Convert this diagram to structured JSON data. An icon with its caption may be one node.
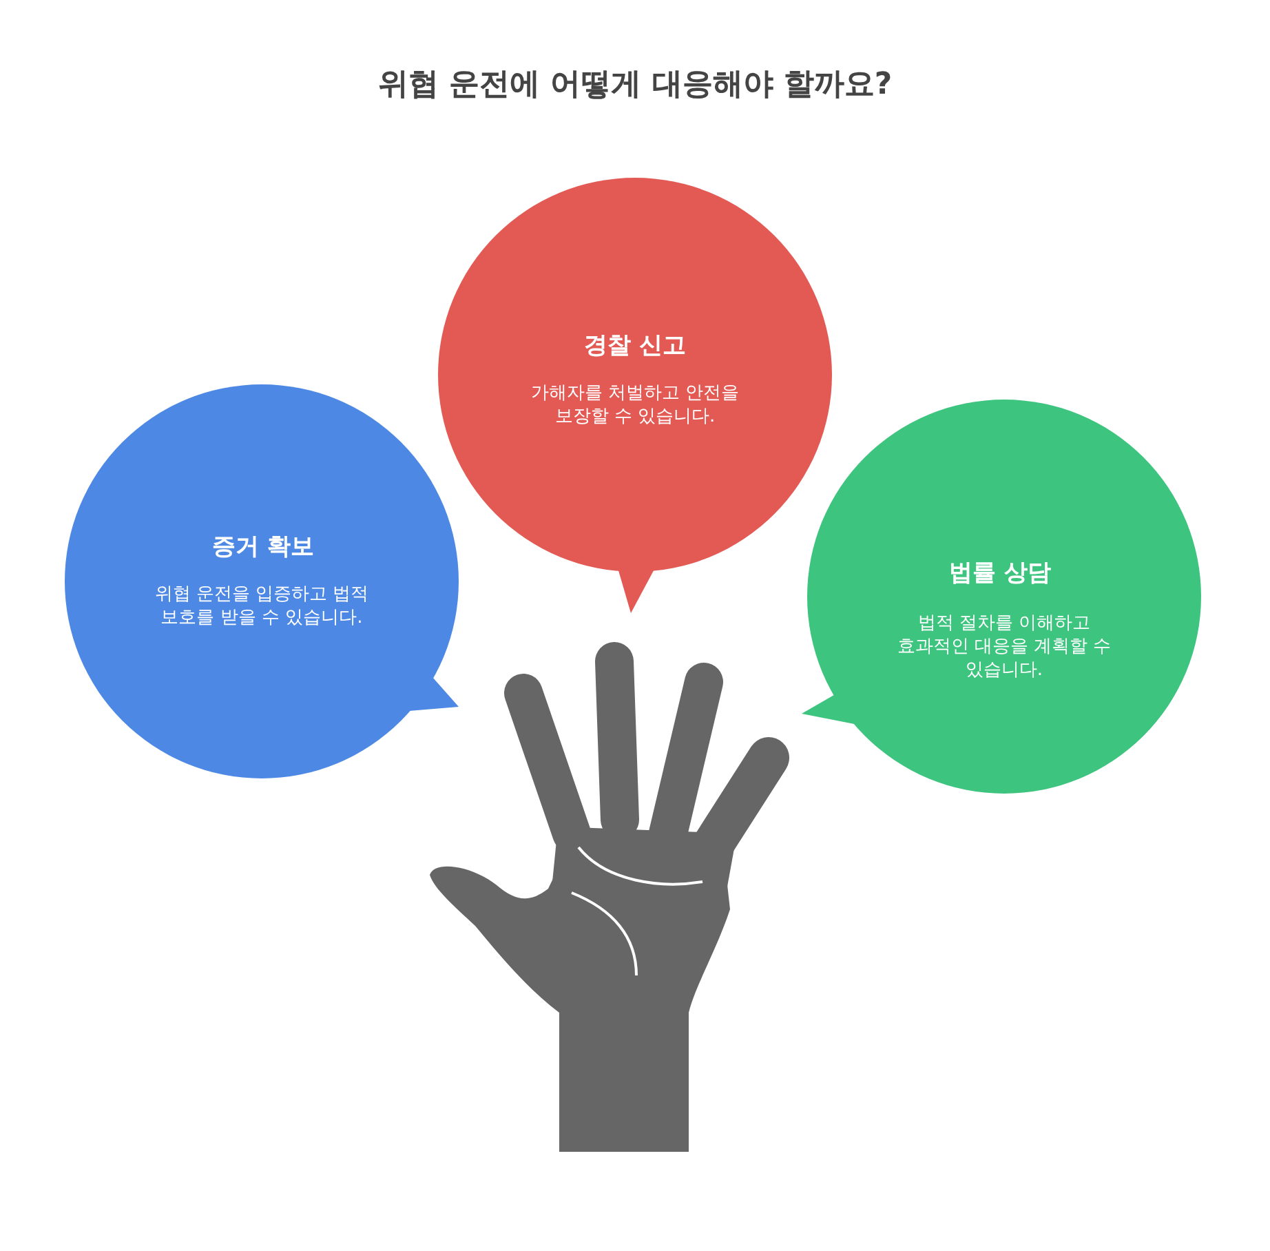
{
  "diagram": {
    "title": "위협 운전에 어떻게 대응해야 할까요?",
    "nodes": [
      {
        "text": [
          "경찰 신고",
          "가해자를 처벌하고 안전을 보장할 수 있습니다."
        ]
      },
      {
        "text": [
          "증거 확보",
          "위협 운전을 입증하고 법적 보호를 받을 수 있습니다."
        ]
      },
      {
        "text": [
          "법률 상담",
          "법적 절차를 이해하고 효과적인 대응을 계획할 수 있습니다."
        ]
      }
    ],
    "edges": []
  }
}
